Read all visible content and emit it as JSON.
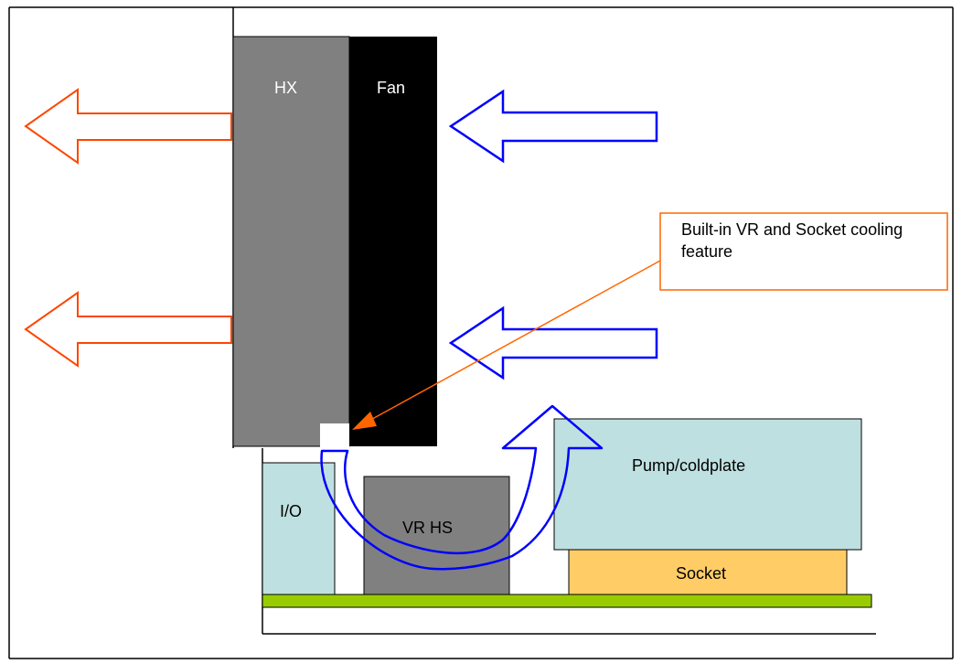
{
  "labels": {
    "hx": "HX",
    "fan": "Fan",
    "io": "I/O",
    "vr_hs": "VR HS",
    "pump": "Pump/coldplate",
    "socket": "Socket",
    "callout": "Built-in VR and Socket cooling feature"
  },
  "colors": {
    "hx": "#808080",
    "fan": "#000000",
    "io": "#bfe0e0",
    "vr_hs": "#808080",
    "pump": "#bfe0e0",
    "socket": "#ffcc66",
    "board": "#99cc00",
    "exhaust_arrow": "#ff4500",
    "intake_arrow": "#0000ff",
    "callout_border": "#ff6600",
    "callout_line": "#ff6600"
  },
  "icons": {
    "exhaust": "left-arrow-outline-icon",
    "intake": "left-arrow-outline-icon",
    "airflow": "curved-up-arrow-icon"
  }
}
